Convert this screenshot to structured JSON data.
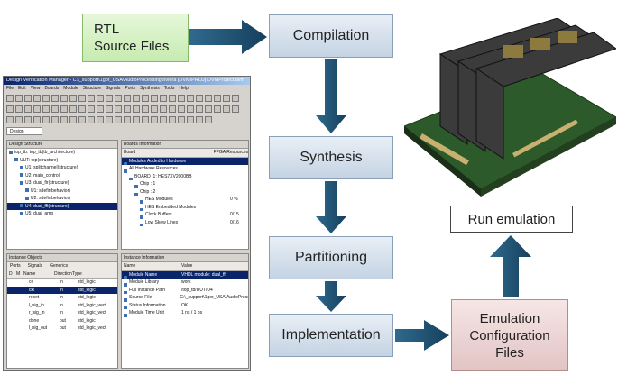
{
  "flow": {
    "rtl_line1": "RTL",
    "rtl_line2": "Source Files",
    "compilation": "Compilation",
    "synthesis": "Synthesis",
    "partitioning": "Partitioning",
    "implementation": "Implementation",
    "emulation_line1": "Emulation",
    "emulation_line2": "Configuration",
    "emulation_line3": "Files",
    "run_emulation": "Run emulation"
  },
  "colors": {
    "arrow": "#1e4d6b",
    "stage_fill": "#d8e3ef",
    "rtl_fill": "#d7f0c8",
    "emu_fill": "#ecd6d6"
  },
  "tool": {
    "title": "Design Verification Manager - C:\\_support\\1gor_USA\\AudioProcessing\\riviera [DVM\\PROJ]\\DVMProject.dvm",
    "menu": [
      "File",
      "Edit",
      "View",
      "Boards",
      "Module",
      "Structure",
      "Signals",
      "Ports",
      "Synthesis",
      "Tools",
      "Help"
    ],
    "design_tab": "Design",
    "design_structure": {
      "header": "Design Structure",
      "items": [
        "top_tb: top_tb(tb_architecture)",
        "UUT: top(structure)",
        "U1: splitchannel(structure)",
        "U2: main_control",
        "U3: dual_fir(structure)",
        "U1: sdefir(behavior)",
        "U2: sdefir(behavior)",
        "U4: dual_fft(structure)",
        "U5: dual_amp"
      ]
    },
    "boards": {
      "header": "Boards Information",
      "col_board": "Board",
      "col_fpga": "FPGA Resources",
      "items": [
        "Modules Added to Hardware",
        "All Hardware Resources",
        "BOARD_1: HES7XV2000BB",
        "Chip : 1",
        "Chip : 2",
        "HES Modules",
        "HES Embedded Modules",
        "Clock Buffers",
        "Low Skew Lines"
      ],
      "values": [
        "",
        "",
        "",
        "",
        "",
        "0 %",
        "",
        "0/15",
        "0/16"
      ]
    },
    "instance_objects": {
      "header": "Instance Objects",
      "tabs": [
        "Ports",
        "Signals",
        "Generics"
      ],
      "cols": [
        "D",
        "M",
        "Name",
        "Direction",
        "Type"
      ],
      "rows": [
        {
          "name": "ce",
          "dir": "in",
          "type": "std_logic"
        },
        {
          "name": "clk",
          "dir": "in",
          "type": "std_logic"
        },
        {
          "name": "reset",
          "dir": "in",
          "type": "std_logic"
        },
        {
          "name": "l_sig_in",
          "dir": "in",
          "type": "std_logic_vect"
        },
        {
          "name": "r_sig_in",
          "dir": "in",
          "type": "std_logic_vect"
        },
        {
          "name": "done",
          "dir": "out",
          "type": "std_logic"
        },
        {
          "name": "l_sig_out",
          "dir": "out",
          "type": "std_logic_vect"
        }
      ]
    },
    "instance_info": {
      "header": "Instance Information",
      "col_name": "Name",
      "col_value": "Value",
      "rows": [
        {
          "name": "Module Name",
          "value": "VHDL module: dual_fft"
        },
        {
          "name": "Module Library",
          "value": "work"
        },
        {
          "name": "Full Instance Path",
          "value": "/top_tb/UUT/U4"
        },
        {
          "name": "Source File",
          "value": "C:\\_support\\1gor_USA\\AudioProce"
        },
        {
          "name": "Status Information",
          "value": "OK."
        },
        {
          "name": "Module Time Unit",
          "value": "1 ns / 1 ps"
        }
      ]
    }
  }
}
